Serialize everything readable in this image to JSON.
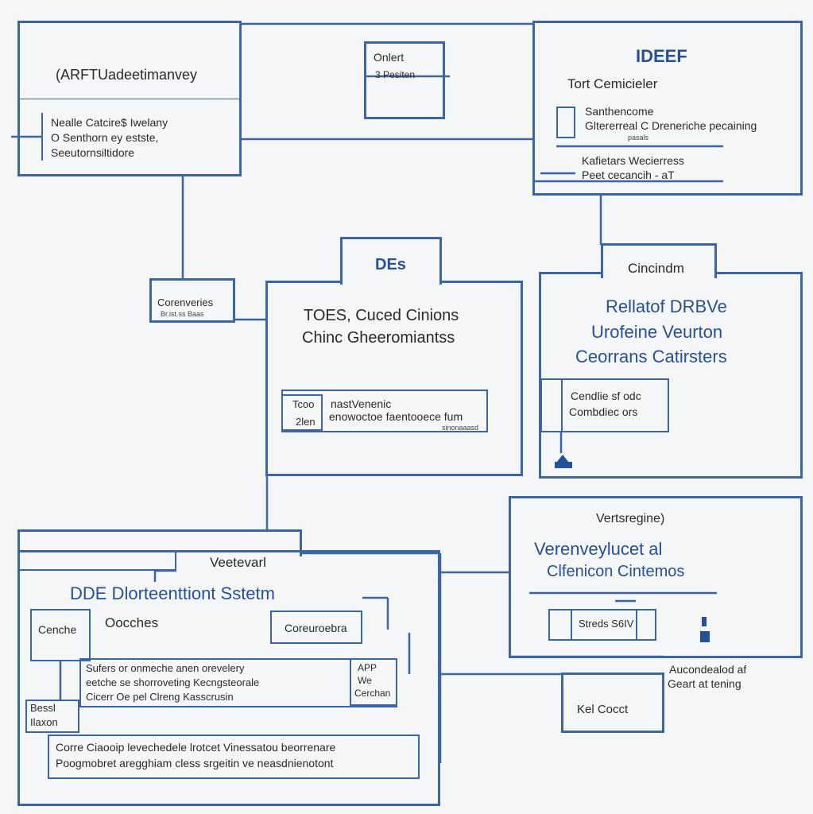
{
  "colors": {
    "line": "#3b65a4",
    "accent": "#27509a",
    "background": "#f5f6f8"
  },
  "top_left": {
    "title": "(ARFTUadeetimanvey",
    "lines": [
      "Nealle Catcire$ Iwelany",
      "O Senthorn ey estste,",
      "Seeutornsiltidore"
    ]
  },
  "top_center": {
    "line1": "Onlert",
    "line2": "3 Pesiten"
  },
  "top_right": {
    "title": "IDEEF",
    "subtitle": "Tort Cemicieler",
    "lines": [
      "Santhencome",
      "Gltererreal C Dreneriche pecaining"
    ],
    "note": "pasals",
    "lines2": [
      "Kafietars Wecierress",
      "Peet cecancih - aT"
    ]
  },
  "small_left": {
    "line1": "Corenveries",
    "line2": "Br.ist.ss Baas"
  },
  "center": {
    "tab": "DEs",
    "line1": "TOES, Cuced Cinions",
    "line2": "Chinc Gheeromiantss",
    "inner_left1": "Tcoo",
    "inner_left2": "2len",
    "inner_right1": "nastVenenic",
    "inner_right2": "enowoctoe faentooece fum",
    "inner_note": "sinonaaasd"
  },
  "mid_right": {
    "tab": "Cincindm",
    "line1": "Rellatof DRBVe",
    "line2": "Urofeine Veurton",
    "line3": "Ceorrans  Catirsters",
    "inner1": "Cendlie sf odc",
    "inner2": "Combdiec ors"
  },
  "bottom_left": {
    "tab": "Veetevarl",
    "title": "DDE  Dlorteenttiont Sstetm",
    "cenche": "Cenche",
    "oocches": "Oocches",
    "coreuroebra": "Coreuroebra",
    "para": [
      "Sufers or onmeche anen orevelery",
      "eetche se shorroveting Kecngsteorale",
      "Cicerr Oe pel Clreng Kasscrusin"
    ],
    "app": [
      "APP",
      "We",
      "Cerchan"
    ],
    "small1": "Bessl",
    "small2": "Ilaxon",
    "bottom_para": [
      "Corre Ciaooip levechedele lrotcet Vinessatou beorrenare",
      "Poogmobret aregghiam cless srgeitin ve neasdnienotont"
    ]
  },
  "bottom_right": {
    "title": "Vertsregine)",
    "line1": "Verenveylucet al",
    "line2": "Clfenicon Cintemos",
    "button": "Streds S6IV"
  },
  "far_right": {
    "note1": "Aucondealod af",
    "note2": "Geart at tening",
    "label": "Kel Cocct"
  }
}
